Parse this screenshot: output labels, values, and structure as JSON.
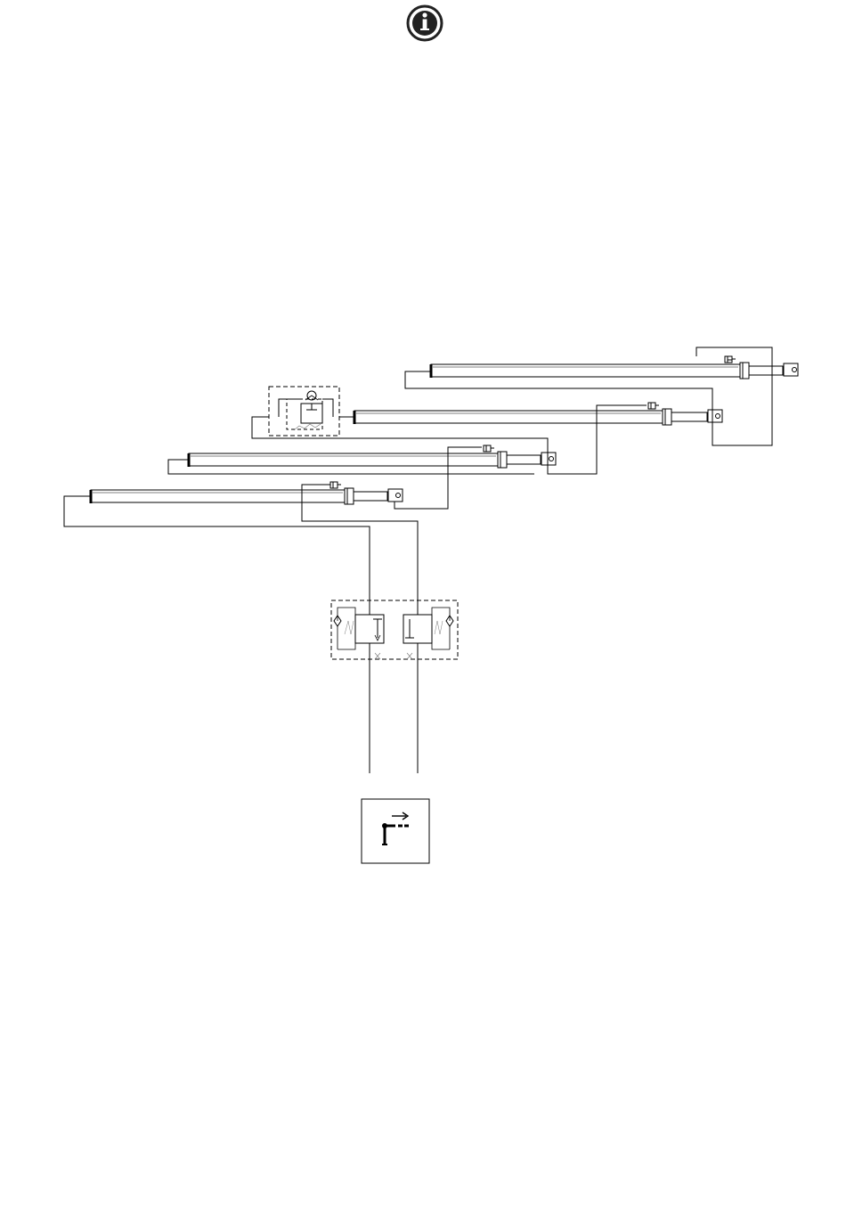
{
  "page": {
    "info_icon": {
      "name": "info-icon",
      "glyph": "i",
      "color": "#222222"
    },
    "hydraulic_diagram": {
      "cylinders": [
        {
          "id": "cylinder-1",
          "position_in_stack": "top"
        },
        {
          "id": "cylinder-2",
          "position_in_stack": "second"
        },
        {
          "id": "cylinder-3",
          "position_in_stack": "third"
        },
        {
          "id": "cylinder-4",
          "position_in_stack": "bottom"
        }
      ],
      "valves": [
        {
          "id": "check-valve-block",
          "kind": "pilot-check-valve"
        },
        {
          "id": "control-valve-block",
          "kind": "double-check-valve"
        }
      ],
      "operator_symbol": {
        "name": "lever-direction-icon",
        "arrow": "right"
      },
      "line_color": "#000000",
      "dashed_color": "#333333"
    }
  }
}
